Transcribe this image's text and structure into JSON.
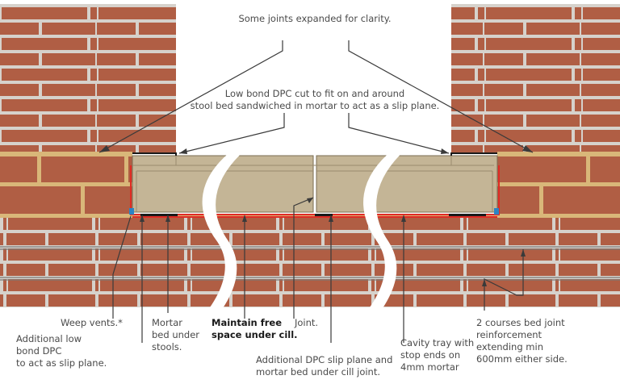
{
  "colors": {
    "brick": "#b05e44",
    "mortar": "#d6d2cc",
    "bed_mortar": "#d9b779",
    "stool": "#c4b596",
    "dpc": "#e02b24",
    "weep_vent": "#2b84c4",
    "leader_line": "#3a3a3a"
  },
  "labels": {
    "joints_expanded": "Some joints expanded for clarity.",
    "low_bond_dpc": "Low bond DPC cut to fit on and around\nstool bed sandwiched in mortar to act as a slip plane.",
    "weep_vents": "Weep vents.*",
    "additional_low_bond": "Additional low\nbond DPC\nto act as slip plane.",
    "mortar_bed": "Mortar\nbed under\nstools.",
    "maintain_free_space": "Maintain free\nspace under cill.",
    "joint": "Joint.",
    "additional_dpc_slip": "Additional DPC slip plane and\nmortar bed under cill joint.",
    "cavity_tray": "Cavity tray with\nstop ends on\n4mm mortar",
    "bed_joint_reinforcement": "2 courses bed joint\nreinforcement\nextending min\n600mm either side."
  }
}
